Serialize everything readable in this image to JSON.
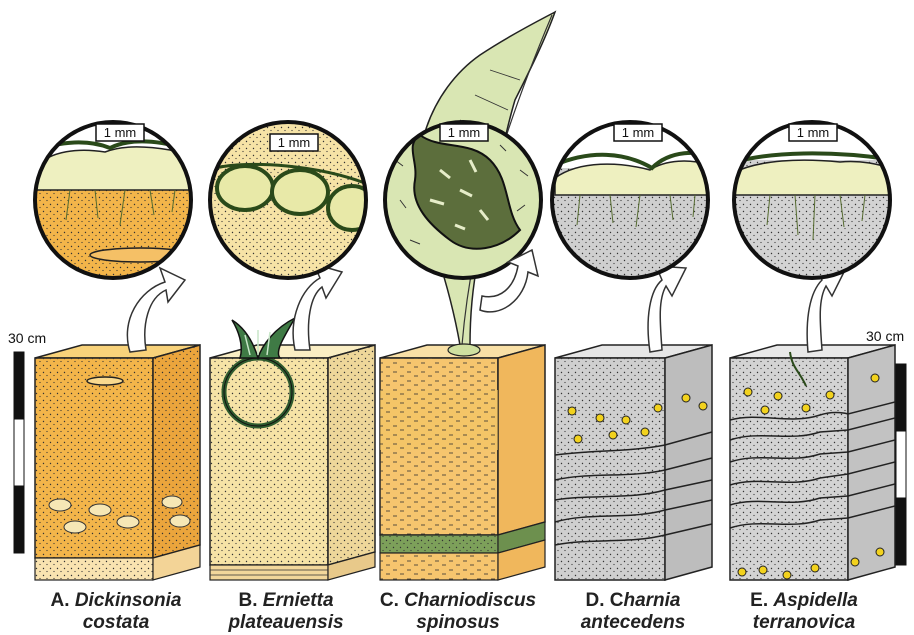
{
  "scale_left": "30 cm",
  "scale_right": "30 cm",
  "inset_scale": "1 mm",
  "panels": [
    {
      "letter": "A.",
      "genus": "Dickinsonia",
      "species": "costata",
      "sediment": "#f3b54a",
      "sediment_top": "#f7c96a"
    },
    {
      "letter": "B.",
      "genus": "Ernietta",
      "species": "plateauensis",
      "sediment": "#f6e3a6",
      "sediment_top": "#f9ecbe"
    },
    {
      "letter": "C.",
      "genus": "Charniodiscus",
      "species": "spinosus",
      "sediment": "#f6c56e",
      "sediment_top": "#f8d888"
    },
    {
      "letter": "D.",
      "genus": "",
      "genus_prefix": "C",
      "genus_rest": "harnia",
      "species": "antecedens",
      "sediment": "#cfcfcf",
      "sediment_top": "#e2e2e2"
    },
    {
      "letter": "E.",
      "genus": "Aspidella",
      "species": "terranovica",
      "sediment": "#d3d3d3",
      "sediment_top": "#e4e4e4"
    }
  ]
}
